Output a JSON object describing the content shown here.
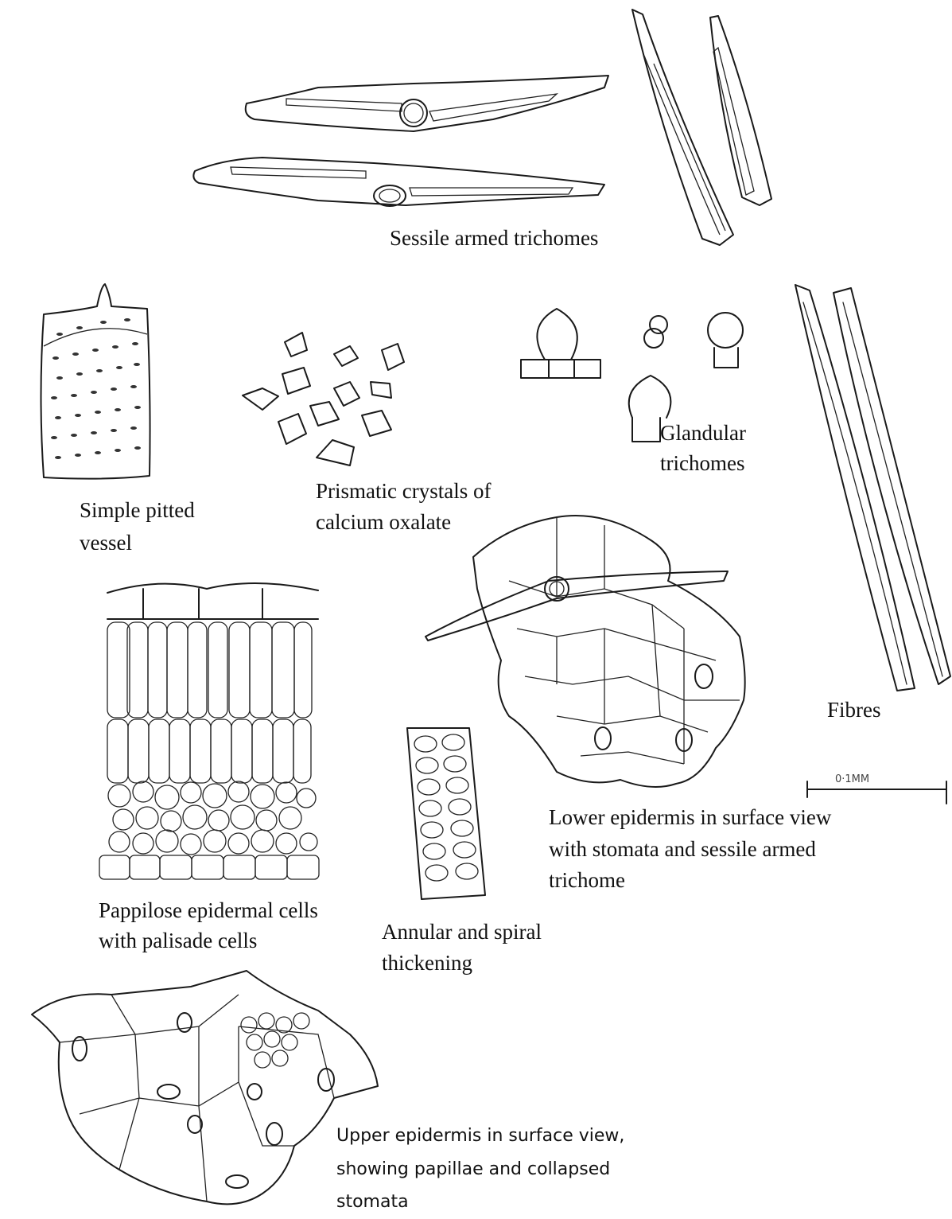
{
  "labels": {
    "sessile_trichomes": "Sessile armed trichomes",
    "pitted_vessel": [
      "Simple pitted",
      "vessel"
    ],
    "prismatic_crystals": [
      "Prismatic crystals of",
      "calcium oxalate"
    ],
    "glandular_trichomes": [
      "Glandular",
      "trichomes"
    ],
    "fibres": "Fibres",
    "lower_epidermis": [
      "Lower epidermis in surface view",
      "with stomata and sessile armed",
      "trichome"
    ],
    "papillose": [
      "Pappilose epidermal cells",
      "with palisade cells"
    ],
    "annular_spiral": [
      "Annular and spiral",
      "thickening"
    ],
    "upper_epidermis": [
      "Upper epidermis in surface view,",
      "showing papillae and collapsed",
      "stomata"
    ],
    "scale_bar": "0·1MM"
  }
}
